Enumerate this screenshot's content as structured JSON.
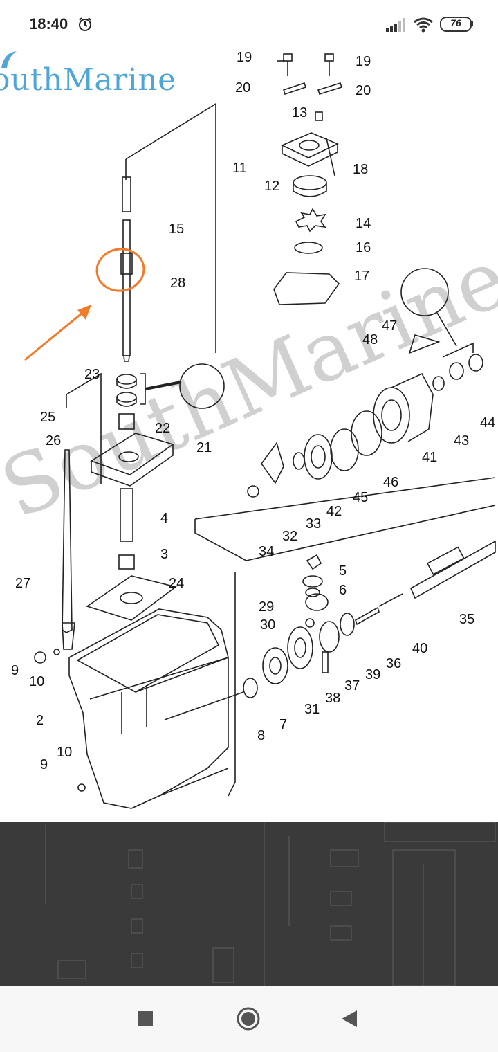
{
  "status_bar": {
    "time": "18:40",
    "battery_level": "76",
    "icons": [
      "alarm-icon",
      "signal-icon",
      "wifi-icon",
      "battery-icon"
    ]
  },
  "brand": {
    "logo_text": "outhMarine",
    "watermark_text": "SouthMarine",
    "color": "#4ea6d6"
  },
  "diagram": {
    "callout_color": "#f07b2a",
    "part_labels": [
      {
        "id": "19a",
        "text": "19"
      },
      {
        "id": "19b",
        "text": "19"
      },
      {
        "id": "20a",
        "text": "20"
      },
      {
        "id": "20b",
        "text": "20"
      },
      {
        "id": "13",
        "text": "13"
      },
      {
        "id": "11",
        "text": "11"
      },
      {
        "id": "18",
        "text": "18"
      },
      {
        "id": "12",
        "text": "12"
      },
      {
        "id": "15",
        "text": "15"
      },
      {
        "id": "14",
        "text": "14"
      },
      {
        "id": "16",
        "text": "16"
      },
      {
        "id": "28",
        "text": "28"
      },
      {
        "id": "17",
        "text": "17"
      },
      {
        "id": "47",
        "text": "47"
      },
      {
        "id": "48",
        "text": "48"
      },
      {
        "id": "23",
        "text": "23"
      },
      {
        "id": "25",
        "text": "25"
      },
      {
        "id": "22",
        "text": "22"
      },
      {
        "id": "21",
        "text": "21"
      },
      {
        "id": "26",
        "text": "26"
      },
      {
        "id": "44",
        "text": "44"
      },
      {
        "id": "43",
        "text": "43"
      },
      {
        "id": "41",
        "text": "41"
      },
      {
        "id": "46",
        "text": "46"
      },
      {
        "id": "45",
        "text": "45"
      },
      {
        "id": "42",
        "text": "42"
      },
      {
        "id": "33",
        "text": "33"
      },
      {
        "id": "32",
        "text": "32"
      },
      {
        "id": "34",
        "text": "34"
      },
      {
        "id": "4",
        "text": "4"
      },
      {
        "id": "3",
        "text": "3"
      },
      {
        "id": "27",
        "text": "27"
      },
      {
        "id": "24",
        "text": "24"
      },
      {
        "id": "5",
        "text": "5"
      },
      {
        "id": "6",
        "text": "6"
      },
      {
        "id": "29",
        "text": "29"
      },
      {
        "id": "30",
        "text": "30"
      },
      {
        "id": "35",
        "text": "35"
      },
      {
        "id": "40",
        "text": "40"
      },
      {
        "id": "36",
        "text": "36"
      },
      {
        "id": "39",
        "text": "39"
      },
      {
        "id": "37",
        "text": "37"
      },
      {
        "id": "38",
        "text": "38"
      },
      {
        "id": "31",
        "text": "31"
      },
      {
        "id": "7",
        "text": "7"
      },
      {
        "id": "8",
        "text": "8"
      },
      {
        "id": "9a",
        "text": "9"
      },
      {
        "id": "10a",
        "text": "10"
      },
      {
        "id": "2",
        "text": "2"
      },
      {
        "id": "10b",
        "text": "10"
      },
      {
        "id": "9b",
        "text": "9"
      }
    ]
  },
  "nav_bar": {
    "buttons": [
      "recents-button",
      "home-button",
      "back-button"
    ]
  }
}
